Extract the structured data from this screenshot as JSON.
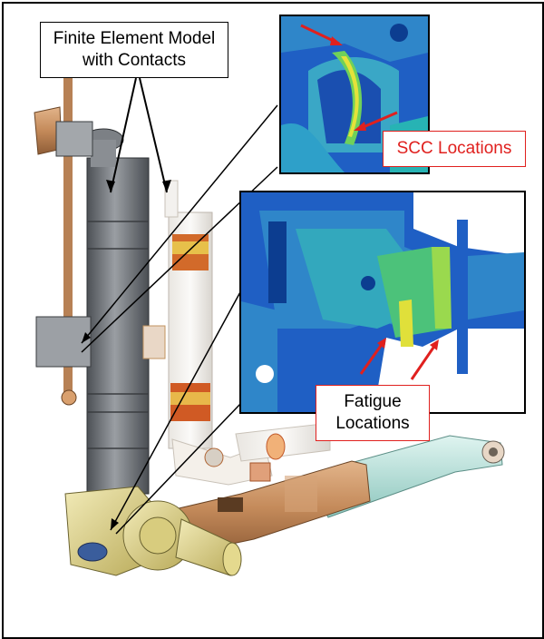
{
  "labels": {
    "fem_line1": "Finite Element Model",
    "fem_line2": "with Contacts",
    "scc": "SCC Locations",
    "fatigue_line1": "Fatigue",
    "fatigue_line2": "Locations"
  },
  "colors": {
    "frame": "#000000",
    "strut_gray": "#6f7378",
    "bronze": "#c48a5a",
    "yellow_part": "#e8df9a",
    "teal_part": "#b9e2dc",
    "fem_blue": "#1f5fc4",
    "fem_green": "#47c46a",
    "callout_red": "#e0201e"
  }
}
